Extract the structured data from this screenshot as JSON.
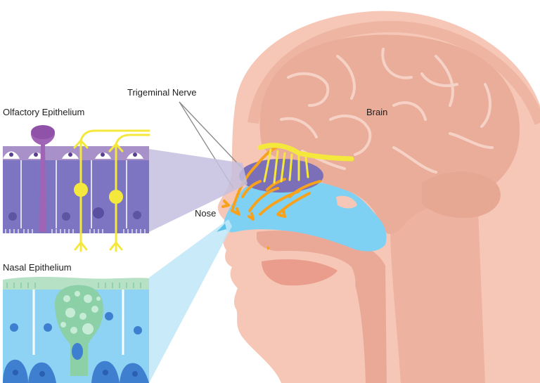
{
  "labels": {
    "olfactory_epithelium": "Olfactory Epithelium",
    "nasal_epithelium": "Nasal Epithelium",
    "trigeminal_nerve": "Trigeminal Nerve",
    "brain": "Brain",
    "nose": "Nose"
  },
  "colors": {
    "skin": "#f6c7b6",
    "skin_dark": "#eaa997",
    "skull": "#f1bcab",
    "brain": "#e9ad9a",
    "brain_folds": "#f6d2c6",
    "nasal_cavity": "#7fd1f4",
    "olfactory_bulb": "#7b6fb8",
    "nerve": "#f7a21d",
    "trigeminal": "#f5e83c",
    "olfactory_cells": "#7d75c1",
    "olfactory_cilia": "#a890c8",
    "nasal_cells": "#8ed3f3",
    "nasal_mucus": "#b6e1c5",
    "goblet_cell": "#8bd0a7",
    "basal_cells": "#3f7fd0",
    "projection_violet": "#c4bfdf",
    "projection_blue": "#bfe7f8"
  }
}
